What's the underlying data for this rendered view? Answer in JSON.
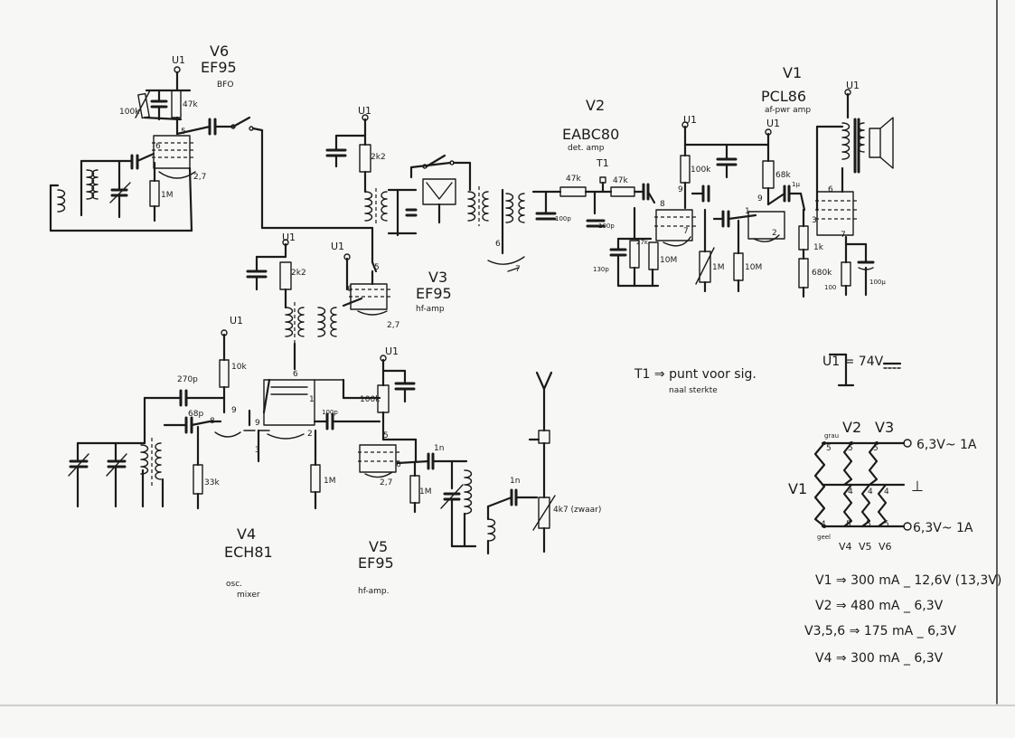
{
  "tubes": {
    "v1": {
      "id": "V1",
      "type": "PCL86",
      "role": "af-pwr amp"
    },
    "v2": {
      "id": "V2",
      "type": "EABC80",
      "role": "det. amp"
    },
    "v3": {
      "id": "V3",
      "type": "EF95",
      "role": "hf-amp"
    },
    "v4": {
      "id": "V4",
      "type": "ECH81",
      "role_line1": "osc.",
      "role_line2": "mixer"
    },
    "v5": {
      "id": "V5",
      "type": "EF95",
      "role": "hf-amp."
    },
    "v6": {
      "id": "V6",
      "type": "EF95",
      "role": "BFO"
    }
  },
  "supply_label": "U1",
  "components": {
    "r_47k_v6": "47k",
    "pot_100k_v6": "100k",
    "r_1m_v6": "1M",
    "r_2k2_top": "2k2",
    "r_2k2_v3": "2k2",
    "r_47k_a": "47k",
    "r_47k_b": "47k",
    "test_point": "T1",
    "c_100p_a": "100p",
    "c_100p_b": "100p",
    "r_100k_v2": "100k",
    "r_68k": "68k",
    "r_27k": "27k",
    "c_130p": "130p",
    "r_10m_a": "10M",
    "r_1m_a": "1M",
    "r_10m_b": "10M",
    "c_1u": "1μ",
    "r_1k": "1k",
    "r_680k": "680k",
    "r_100": "100",
    "c_100u": "100μ",
    "c_270p": "270p",
    "c_68p": "68p",
    "r_10k": "10k",
    "r_33k": "33k",
    "c_100p_v4": "100p",
    "r_1m_v4": "1M",
    "r_100k_v5": "100k",
    "r_1m_v5": "1M",
    "c_1n_a": "1n",
    "c_1n_b": "1n",
    "pot_4k7": "4k7 (zwaar)"
  },
  "notes": {
    "t1_line1": "T1 ⇒ punt voor sig.",
    "t1_line2": "naal sterkte",
    "supply": "U1 = 74V"
  },
  "heater": {
    "v1": "V1",
    "v2": "V2",
    "v3": "V3",
    "v4": "V4",
    "v5": "V5",
    "v6": "V6",
    "top_color": "grau",
    "bottom_color": "geel",
    "supply_top": "6,3V~ 1A",
    "supply_bottom": "6,3V~ 1A",
    "ground_symbol": "⊥"
  },
  "currents": [
    "V1 ⇒ 300 mA _ 12,6V (13,3V)",
    "V2 ⇒ 480 mA _ 6,3V",
    "V3,5,6 ⇒ 175 mA _ 6,3V",
    "V4 ⇒ 300 mA _ 6,3V"
  ]
}
